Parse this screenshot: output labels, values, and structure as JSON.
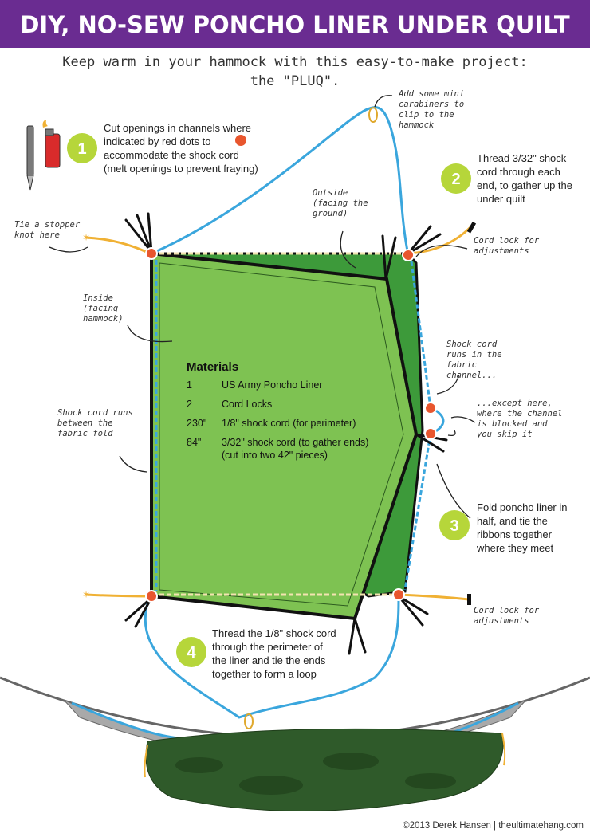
{
  "title": "DIY, NO-SEW PONCHO LINER UNDER QUILT",
  "subtitle_line1": "Keep warm in your hammock with this easy-to-make project:",
  "subtitle_line2": "the \"PLUQ\".",
  "steps": [
    {
      "number": "1",
      "text": "Cut openings in channels where indicated by red dots to accommodate the shock cord (melt openings to prevent fraying)"
    },
    {
      "number": "2",
      "text": "Thread 3/32\" shock cord through each end, to gather up the under quilt"
    },
    {
      "number": "3",
      "text": "Fold poncho liner in half, and tie the ribbons together where they meet"
    },
    {
      "number": "4",
      "text": "Thread the 1/8\" shock cord through the perimeter of the liner and tie the ends together to form a loop"
    }
  ],
  "notes": {
    "carabiners": "Add some mini carabiners to clip to the hammock",
    "stopper": "Tie a stopper knot here",
    "outside": "Outside (facing the ground)",
    "cordlock_top": "Cord lock for adjustments",
    "inside": "Inside (facing hammock)",
    "channel_runs": "Shock cord runs in the fabric channel...",
    "except_here": "...except here, where the channel is blocked and you skip it",
    "between_fold": "Shock cord runs between the fabric fold",
    "cordlock_bottom": "Cord lock for adjustments"
  },
  "materials": {
    "title": "Materials",
    "items": [
      {
        "qty": "1",
        "item": "US Army Poncho Liner",
        "sub": ""
      },
      {
        "qty": "2",
        "item": "Cord Locks",
        "sub": ""
      },
      {
        "qty": "230\"",
        "item": "1/8\" shock cord (for perimeter)",
        "sub": ""
      },
      {
        "qty": "84\"",
        "item": "3/32\" shock cord (to gather ends)",
        "sub": "(cut into two 42\" pieces)"
      }
    ]
  },
  "credit": "©2013 Derek Hansen | theultimatehang.com",
  "colors": {
    "banner": "#6a2c91",
    "liner_light": "#7ec252",
    "liner_dark": "#3d9a3a",
    "cord_blue": "#3aa6dd",
    "cord_yellow": "#f0b134",
    "red_dot": "#e8562e",
    "step_circle": "#b6d63a",
    "hammock_grey": "#a9a9a9",
    "underquilt": "#2f5a2a"
  }
}
